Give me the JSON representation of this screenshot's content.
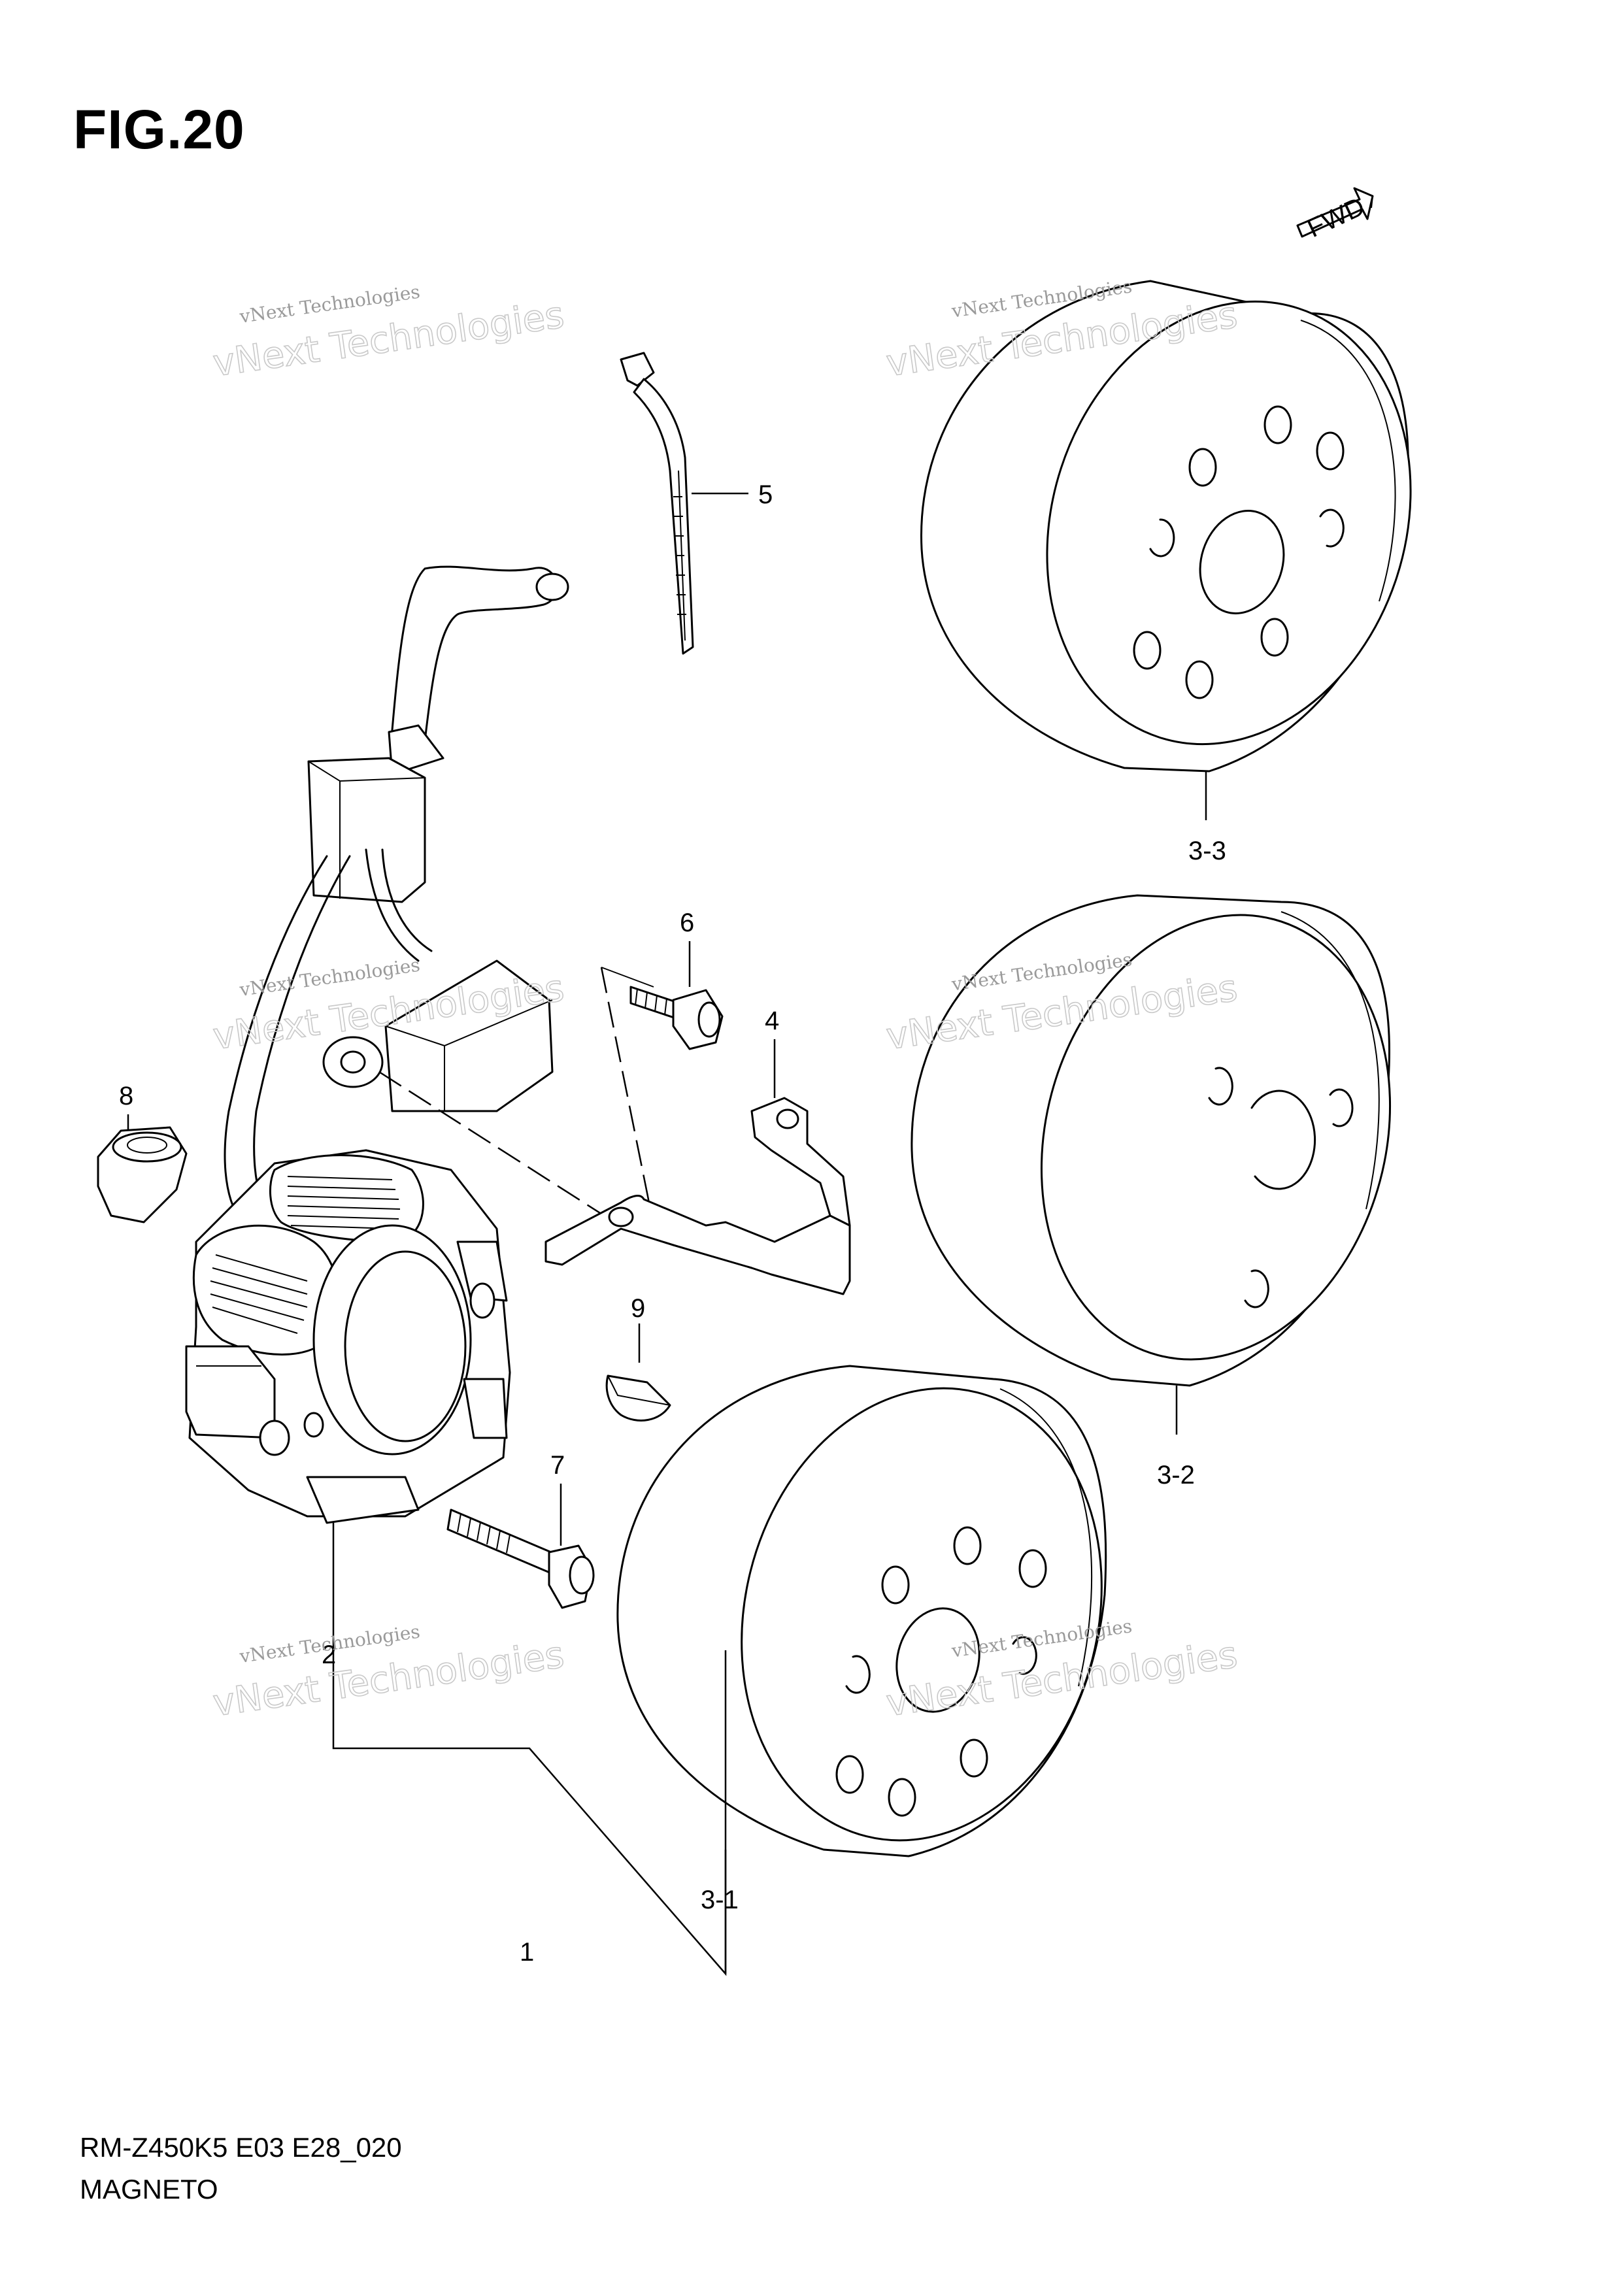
{
  "figure": {
    "title": "FIG.20",
    "code": "RM-Z450K5 E03 E28_020",
    "name": "MAGNETO",
    "fwd_label": "FWD"
  },
  "callouts": [
    "1",
    "2",
    "3-1",
    "3-2",
    "3-3",
    "4",
    "5",
    "6",
    "7",
    "8",
    "9"
  ],
  "watermark": {
    "line1": "vNext Technologies",
    "line2": "vNext Technologies"
  }
}
